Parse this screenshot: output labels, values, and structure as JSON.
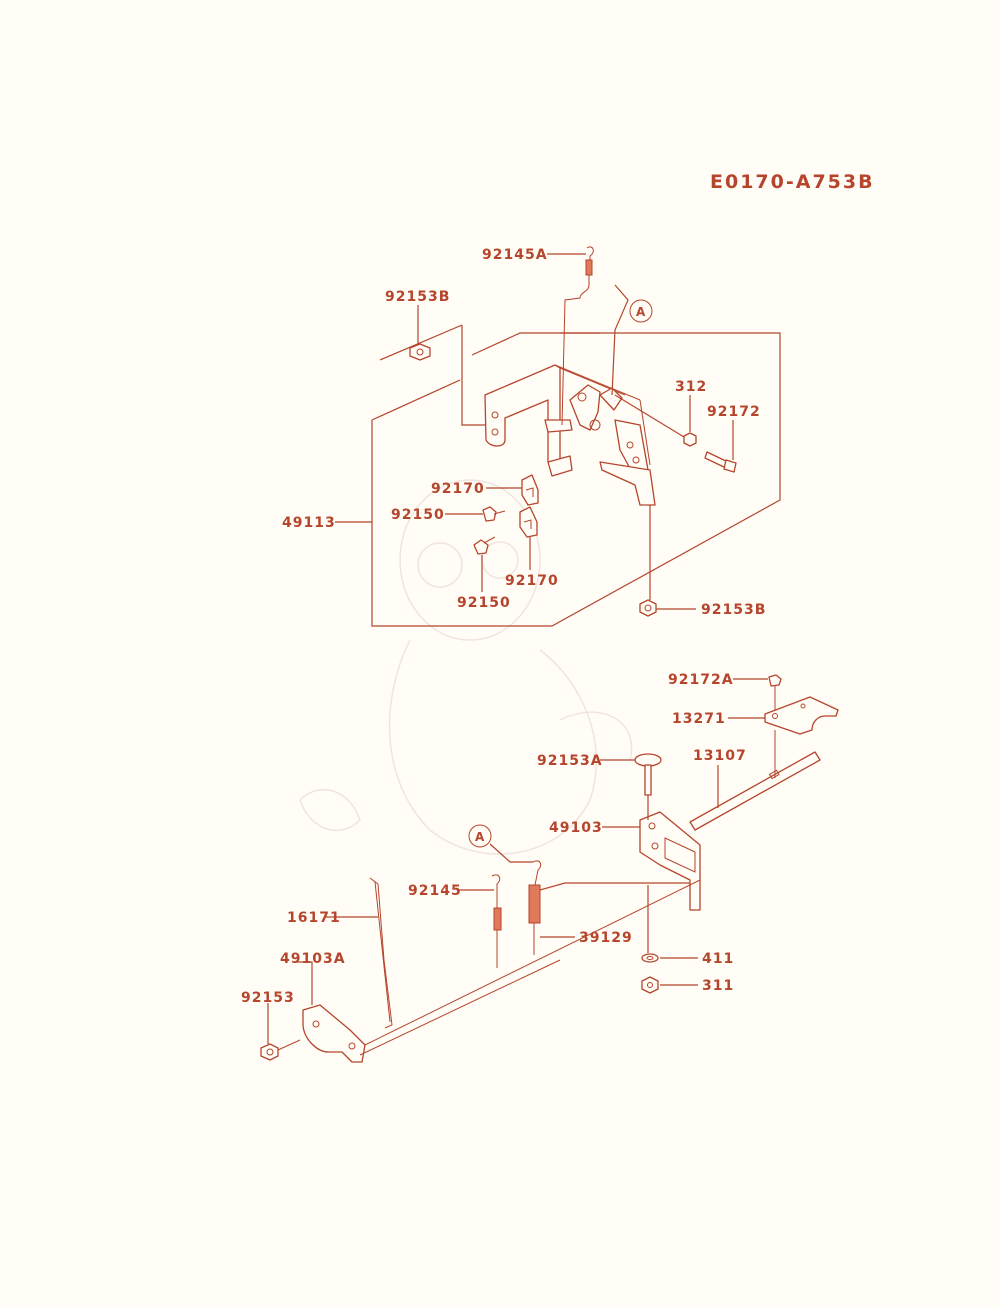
{
  "diagram": {
    "reference_code": "E0170-A753B",
    "reference_callout": "A",
    "part_labels": {
      "p92145A": "92145A",
      "p92153B_top": "92153B",
      "p312": "312",
      "p92172": "92172",
      "p92170_a": "92170",
      "p92150_a": "92150",
      "p49113": "49113",
      "p92170_b": "92170",
      "p92150_b": "92150",
      "p92153B_bottom": "92153B",
      "p92172A": "92172A",
      "p13271": "13271",
      "p92153A": "92153A",
      "p13107": "13107",
      "p49103": "49103",
      "p92145": "92145",
      "p39129": "39129",
      "p16171": "16171",
      "p49103A": "49103A",
      "p411": "411",
      "p311": "311",
      "p92153": "92153"
    }
  }
}
